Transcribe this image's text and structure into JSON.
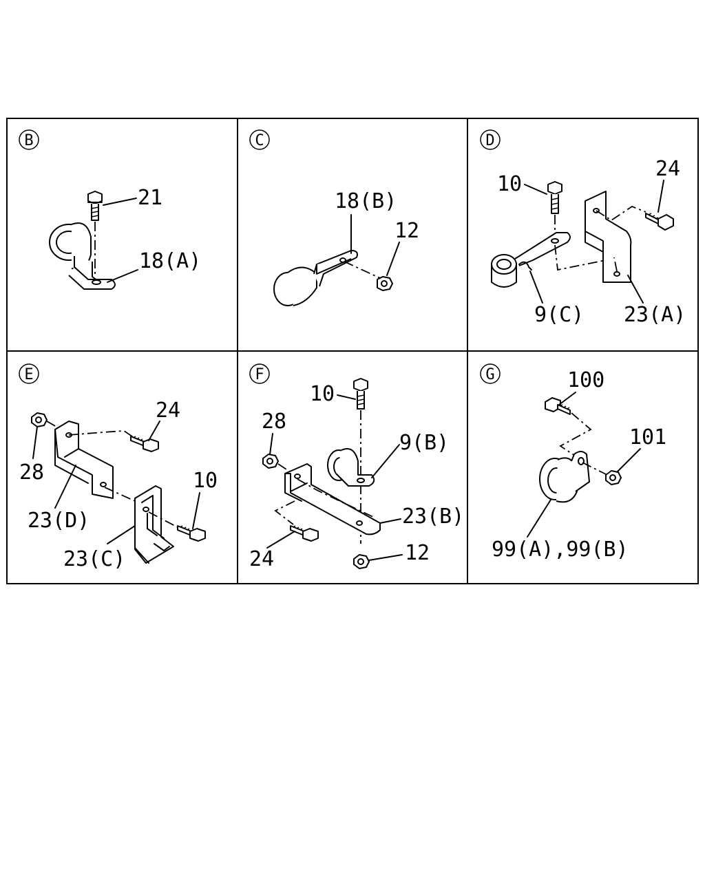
{
  "panels": [
    {
      "id": "B",
      "labels": {
        "bolt": "21",
        "clip": "18(A)"
      }
    },
    {
      "id": "C",
      "labels": {
        "clip": "18(B)",
        "nut": "12"
      }
    },
    {
      "id": "D",
      "labels": {
        "bolt": "10",
        "bolt2": "24",
        "clip": "9(C)",
        "bracket": "23(A)"
      }
    },
    {
      "id": "E",
      "labels": {
        "nut": "28",
        "bolt": "24",
        "bracket_d": "23(D)",
        "bolt2": "10",
        "bracket_c": "23(C)"
      }
    },
    {
      "id": "F",
      "labels": {
        "bolt": "10",
        "nut": "28",
        "clip": "9(B)",
        "bracket": "23(B)",
        "bolt2": "24",
        "nut2": "12"
      }
    },
    {
      "id": "G",
      "labels": {
        "bolt": "100",
        "nut": "101",
        "clip": "99(A),99(B)"
      }
    }
  ]
}
